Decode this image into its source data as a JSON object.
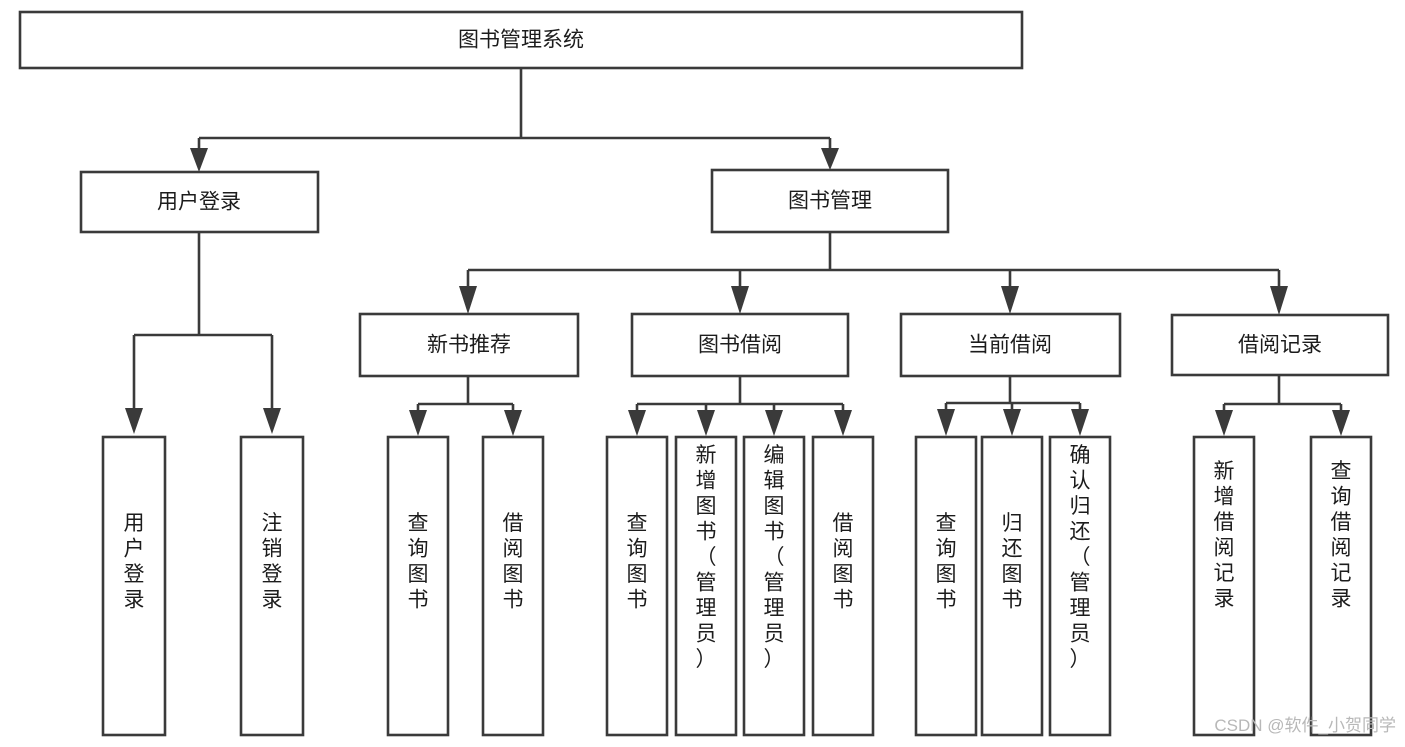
{
  "diagram": {
    "type": "tree",
    "title": "图书管理系统",
    "orientation": "top-down",
    "root": {
      "id": "root",
      "label": "图书管理系统",
      "level": 0,
      "text_direction": "horizontal"
    },
    "level2": [
      {
        "id": "user-login",
        "label": "用户登录",
        "text_direction": "horizontal"
      },
      {
        "id": "book-manage",
        "label": "图书管理",
        "text_direction": "horizontal"
      }
    ],
    "level3": [
      {
        "id": "new-book-recommend",
        "label": "新书推荐",
        "parent": "book-manage",
        "text_direction": "horizontal"
      },
      {
        "id": "book-borrow",
        "label": "图书借阅",
        "parent": "book-manage",
        "text_direction": "horizontal"
      },
      {
        "id": "current-borrow",
        "label": "当前借阅",
        "parent": "book-manage",
        "text_direction": "horizontal"
      },
      {
        "id": "borrow-record",
        "label": "借阅记录",
        "parent": "book-manage",
        "text_direction": "horizontal"
      }
    ],
    "leaves": [
      {
        "id": "leaf-user-login",
        "label": "用户登录",
        "parent": "user-login",
        "text_direction": "vertical"
      },
      {
        "id": "leaf-user-logout",
        "label": "注销登录",
        "parent": "user-login",
        "text_direction": "vertical"
      },
      {
        "id": "leaf-query-book-1",
        "label": "查询图书",
        "parent": "new-book-recommend",
        "text_direction": "vertical"
      },
      {
        "id": "leaf-borrow-book-1",
        "label": "借阅图书",
        "parent": "new-book-recommend",
        "text_direction": "vertical"
      },
      {
        "id": "leaf-query-book-2",
        "label": "查询图书",
        "parent": "book-borrow",
        "text_direction": "vertical"
      },
      {
        "id": "leaf-add-book",
        "label": "新增图书（管理员）",
        "parent": "book-borrow",
        "text_direction": "vertical"
      },
      {
        "id": "leaf-edit-book",
        "label": "编辑图书（管理员）",
        "parent": "book-borrow",
        "text_direction": "vertical"
      },
      {
        "id": "leaf-borrow-book-2",
        "label": "借阅图书",
        "parent": "book-borrow",
        "text_direction": "vertical"
      },
      {
        "id": "leaf-query-book-3",
        "label": "查询图书",
        "parent": "current-borrow",
        "text_direction": "vertical"
      },
      {
        "id": "leaf-return-book",
        "label": "归还图书",
        "parent": "current-borrow",
        "text_direction": "vertical"
      },
      {
        "id": "leaf-confirm-return",
        "label": "确认归还（管理员）",
        "parent": "current-borrow",
        "text_direction": "vertical"
      },
      {
        "id": "leaf-add-record",
        "label": "新增借阅记录",
        "parent": "borrow-record",
        "text_direction": "vertical"
      },
      {
        "id": "leaf-query-record",
        "label": "查询借阅记录",
        "parent": "borrow-record",
        "text_direction": "vertical"
      }
    ]
  },
  "watermark": {
    "text": "CSDN @软件_小贺同学"
  },
  "colors": {
    "box_stroke": "#3a3a3a",
    "box_fill": "#ffffff",
    "text": "#1c1c1c",
    "connector": "#3a3a3a",
    "watermark": "#b8b8b8",
    "background": "#ffffff"
  }
}
